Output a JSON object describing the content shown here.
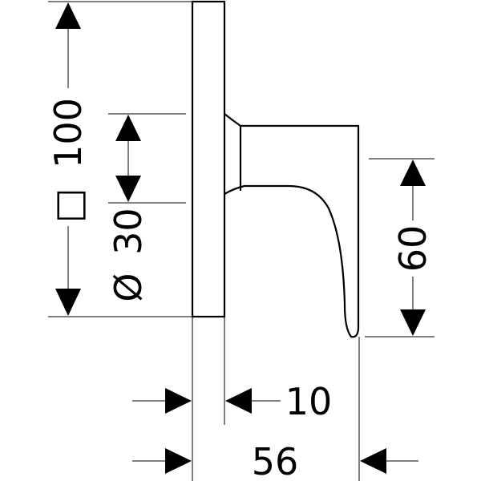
{
  "dimensions": {
    "plate_size": {
      "symbol": "□",
      "value": "100"
    },
    "plate_diameter": {
      "symbol": "Ø",
      "value": "30"
    },
    "handle_height": {
      "value": "60"
    },
    "plate_depth": {
      "value": "10"
    },
    "total_depth": {
      "value": "56"
    }
  }
}
